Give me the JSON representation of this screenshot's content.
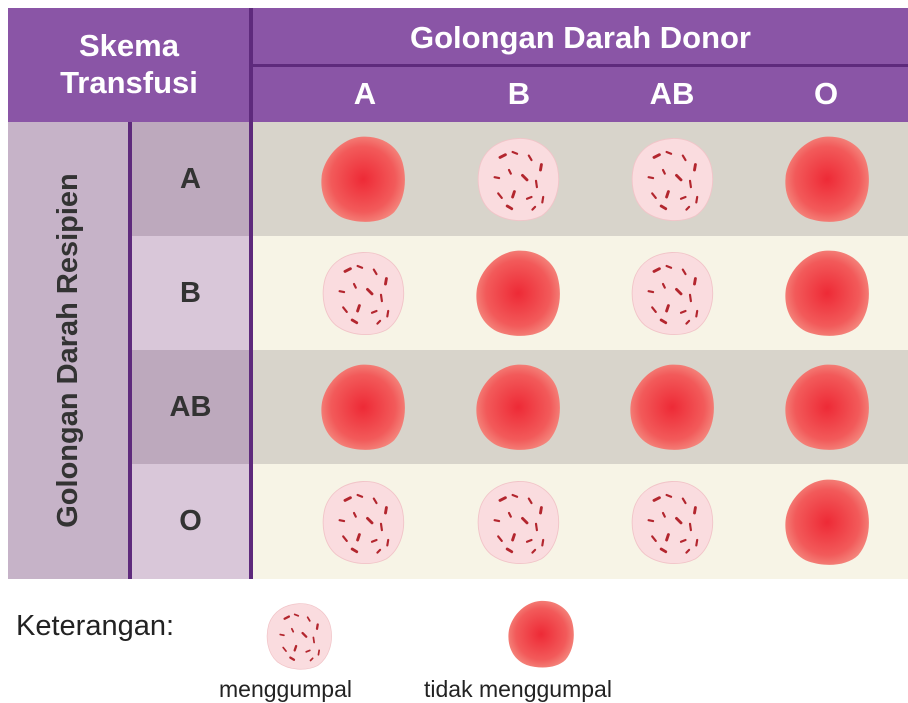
{
  "header": {
    "scheme_title": "Skema\nTransfusi",
    "donor_title": "Golongan Darah Donor",
    "donor_groups": [
      "A",
      "B",
      "AB",
      "O"
    ]
  },
  "recipient": {
    "title": "Golongan Darah Resipien",
    "groups": [
      "A",
      "B",
      "AB",
      "O"
    ]
  },
  "matrix": [
    [
      "tidak menggumpal",
      "menggumpal",
      "menggumpal",
      "tidak menggumpal"
    ],
    [
      "menggumpal",
      "tidak menggumpal",
      "menggumpal",
      "tidak menggumpal"
    ],
    [
      "tidak menggumpal",
      "tidak menggumpal",
      "tidak menggumpal",
      "tidak menggumpal"
    ],
    [
      "menggumpal",
      "menggumpal",
      "menggumpal",
      "tidak menggumpal"
    ]
  ],
  "legend": {
    "title": "Keterangan:",
    "clumped": "menggumpal",
    "not_clumped": "tidak menggumpal"
  },
  "colors": {
    "header": "#8a55a6",
    "header_divider": "#5e2a7c",
    "clumped_fill": "#fadcdf",
    "clump_dots": "#b3262e",
    "not_clumped_center": "#ee2a36",
    "not_clumped_edge": "#f27a76"
  }
}
